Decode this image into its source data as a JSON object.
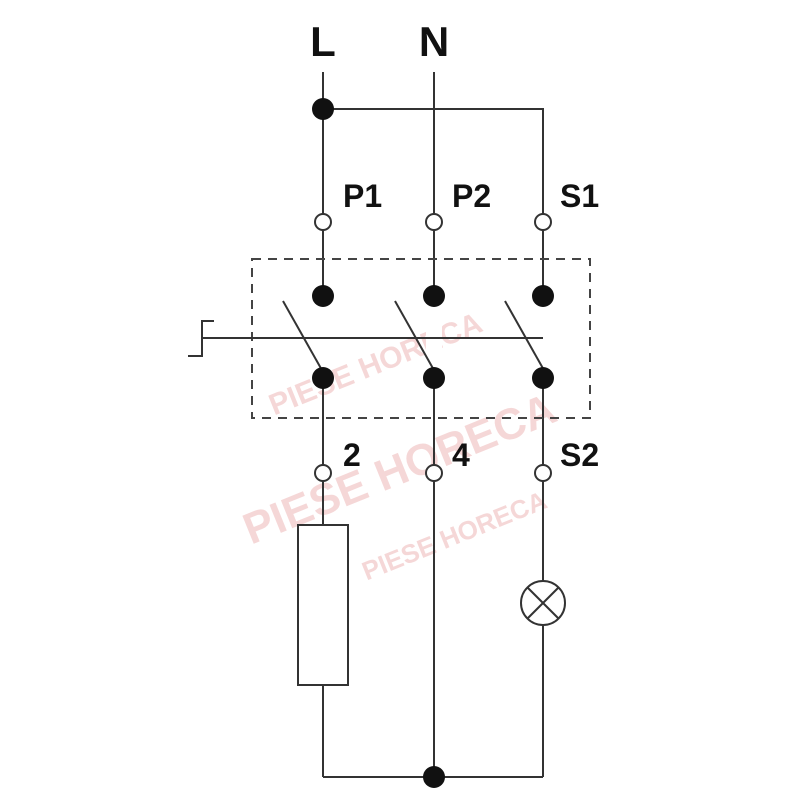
{
  "diagram": {
    "title": "Switch wiring diagram",
    "supply": {
      "line": "L",
      "neutral": "N"
    },
    "input_terminals": [
      "P1",
      "P2",
      "S1"
    ],
    "output_terminals": [
      "2",
      "4",
      "S2"
    ],
    "loads": {
      "heater": "resistor",
      "indicator": "lamp"
    },
    "watermark": "PIESE HORECA",
    "colors": {
      "line": "#333333",
      "watermark": "#e9a8a8"
    }
  }
}
